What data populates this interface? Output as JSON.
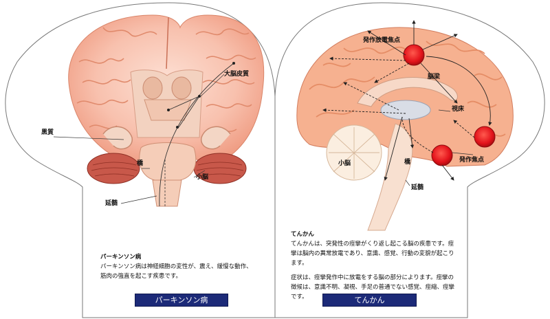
{
  "parkinson": {
    "labels": {
      "cortex": "大脳皮質",
      "substantia_nigra": "黒質",
      "pons": "橋",
      "cerebellum": "小脳",
      "medulla": "延髄"
    },
    "title": "パーキンソン病",
    "description": "パーキンソン病は神経細胞の変性が、震え、緩慢な動作、筋肉の強直を起こす疾患です。",
    "button_label": "パーキンソン病"
  },
  "epilepsy": {
    "labels": {
      "seizure_focus_top": "発作放電焦点",
      "corpus_callosum": "脳梁",
      "thalamus": "視床",
      "cerebellum": "小脳",
      "pons": "橋",
      "seizure_focus": "発作焦点",
      "medulla": "延髄"
    },
    "title": "てんかん",
    "description_1": "てんかんは、突発性の痙攣がくり返し起こる脳の疾患です。痙攣は脳内の異常放電であり、意識、感覚、行動の変貌が起こります。",
    "description_2": "症状は、痙攣発作中に放電をする脳の部分によります。痙攣の徴候は、意識不明、凝視、手足の普通でない感覚、痙縮、痙攣です。",
    "button_label": "てんかん"
  },
  "colors": {
    "brain_pink": "#f7b8a4",
    "cortex_orange": "#f4a07c",
    "seizure_red": "#e3131b",
    "button_navy": "#1c2a78"
  }
}
